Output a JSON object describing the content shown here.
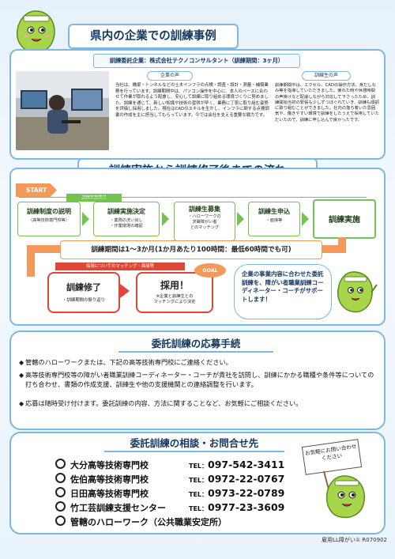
{
  "header": {
    "title": "県内の企業での訓練事例"
  },
  "case": {
    "company_label": "訓練委託企業：株式会社テクノコンサルタント（訓練期間：3ヶ月）",
    "company_voice_title": "企業の声",
    "company_voice_text": "当社は、橋梁・トンネルなどの土木インフラの点検・調査・設計・測量・補償業務を行っています。訓練期間中は、パソコン操作を中心に、本人のペースに合わせて作業が取れるよう配慮し、安心して訓練に取り組める環境づくりに努めました。訓練を通じて、新しい知識や技術の習得が早く、業務に丁寧に取り組む姿勢を評価し採用しました。現在はCADのスキルを生かし、インフラに関する点検調書の作成を主に担当してもらっています。今では会社を支える重要な戦力です。",
    "trainee_voice_title": "訓練生の声",
    "trainee_voice_text": "訓練期間中は、エクセル、CADの操作方法、身だしなみ等を指導していただきました。疲れた時や休憩時間の声掛けなど配慮しながら対応して下さったため、訓練開始当初の緊張も少しずつほぐれていき、訓練も順調に取り組むことができました。社内の落ち着いた雰囲気や、働きやすい環境で訓練をしたうえで採用していただいたので、訓練に申し込んで良かったです。"
  },
  "flow": {
    "title": "訓練実施から訓練修了後までの流れ",
    "start_label": "START",
    "consider_label": "訓練実施検討",
    "steps": [
      {
        "title": "訓練制度の説明",
        "sub": "（高等技術専門校等）"
      },
      {
        "title": "訓練実施決定",
        "sub": "・業務の洗い出し\n・作業環境の確認"
      },
      {
        "title": "訓練生募集",
        "sub": "・ハローワークの\n求職障がい者\nとのマッチング"
      },
      {
        "title": "訓練生申込",
        "sub": "・面接等"
      },
      {
        "title": "訓練実施",
        "sub": ""
      }
    ],
    "period_text": "訓練期間は1～3か月(1か月あたり100時間：最低60時間でも可)",
    "matching_label": "採用についてのマッチング・面接等",
    "goal_label": "GOAL",
    "completion_title": "訓練修了",
    "completion_sub": "・訓練期間の振り返り",
    "hire_title": "採用！",
    "hire_sub": "※企業と訓練生との\nマッチングにより決定",
    "bubble_text": "企業の事業内容に合わせた委託訓練を、障がい者職業訓練コーディネーター・コーチがサポートします！"
  },
  "apply": {
    "title": "委託訓練の応募手続",
    "bullet_icon": "diamond-icon",
    "bullets": [
      "管轄のハローワークまたは、下記の高等技術専門校にご連絡ください。",
      "高等技術専門校等の障がい者職業訓練コーディネーター・コーチが貴社を訪問し、訓練にかかる職種や条件等についての打ち合わせ、書類の作成支援、訓練生や他の支援機関との連絡調整を行います。",
      "応募は随時受け付けます。委託訓練の内容、方法に関することなど、お気軽にご相談ください。"
    ]
  },
  "contact": {
    "title": "委託訓練の相談・お問合せ先",
    "tel_label": "TEL：",
    "rows": [
      {
        "name": "大分高等技術専門校",
        "tel": "097-542-3411"
      },
      {
        "name": "佐伯高等技術専門校",
        "tel": "0972-22-0767"
      },
      {
        "name": "日田高等技術専門校",
        "tel": "0973-22-0789"
      },
      {
        "name": "竹工芸訓練支援センター",
        "tel": "0977-23-3609"
      },
      {
        "name": "管轄のハローワーク（公共職業安定所）",
        "tel": ""
      }
    ],
    "flag_text": "お気軽にお問い合わせください",
    "footer_code": "雇用LL障がい① R070902"
  },
  "colors": {
    "accent_blue": "#7cb8e0",
    "title_navy": "#14385e",
    "green": "#74c24f",
    "red": "#e0453a",
    "orange": "#f29a5c"
  }
}
